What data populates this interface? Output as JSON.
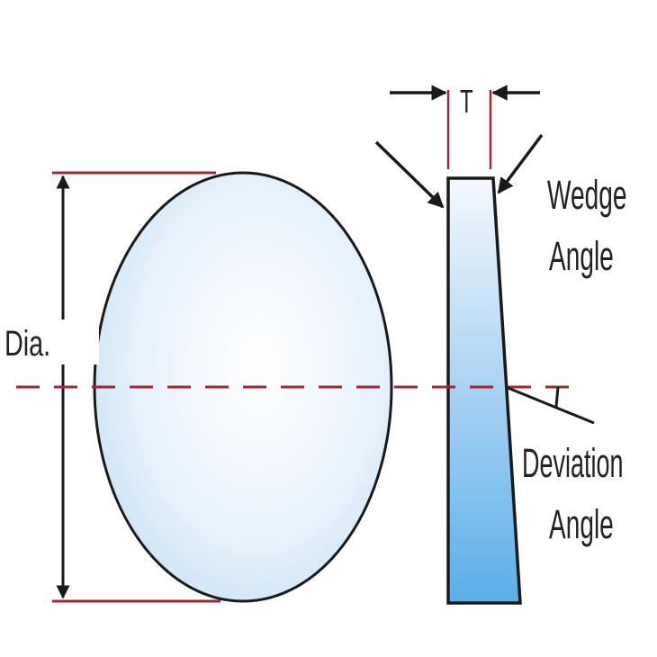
{
  "labels": {
    "diameter": "Dia.",
    "thickness": "T",
    "wedge_line1": "Wedge",
    "wedge_line2": "Angle",
    "deviation_line1": "Deviation",
    "deviation_line2": "Angle"
  },
  "colors": {
    "outline": "#1a1a1a",
    "dimension_red": "#9b2a35",
    "glass_light": "#f4f9fe",
    "glass_dark": "#5aaee8"
  }
}
